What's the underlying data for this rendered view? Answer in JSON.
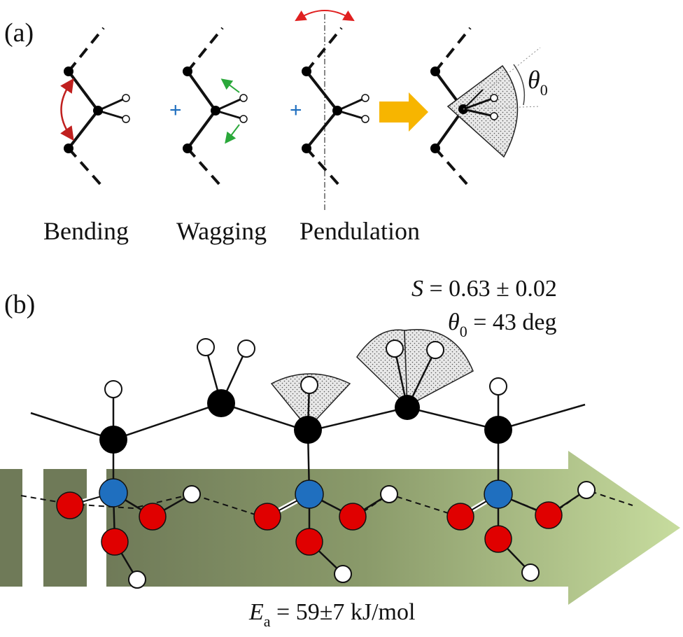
{
  "panel_a": {
    "label": "(a)",
    "modes": [
      "Bending",
      "Wagging",
      "Pendulation"
    ],
    "plus_sign": "+",
    "angle_symbol": "θ",
    "angle_subscript": "0"
  },
  "panel_b": {
    "label": "(b)",
    "order_parameter": {
      "symbol": "S",
      "text": "= 0.63 ± 0.02"
    },
    "cone_angle": {
      "symbol": "θ",
      "subscript": "0",
      "text": "= 43 deg"
    },
    "activation_energy": {
      "symbol": "E",
      "subscript": "a",
      "text": "= 59±7 kJ/mol"
    }
  },
  "colors": {
    "carbon": "#000000",
    "hydrogen": "#ffffff",
    "phosphorus": "#1f6fbf",
    "oxygen": "#e00000",
    "bending_arrow": "#c0201f",
    "wagging_arrow": "#2aa83a",
    "pendulation_arrow": "#e02020",
    "transition_arrow": "#f7b500",
    "band_dark": "#6f7a58",
    "band_light": "#c7dc9e"
  }
}
